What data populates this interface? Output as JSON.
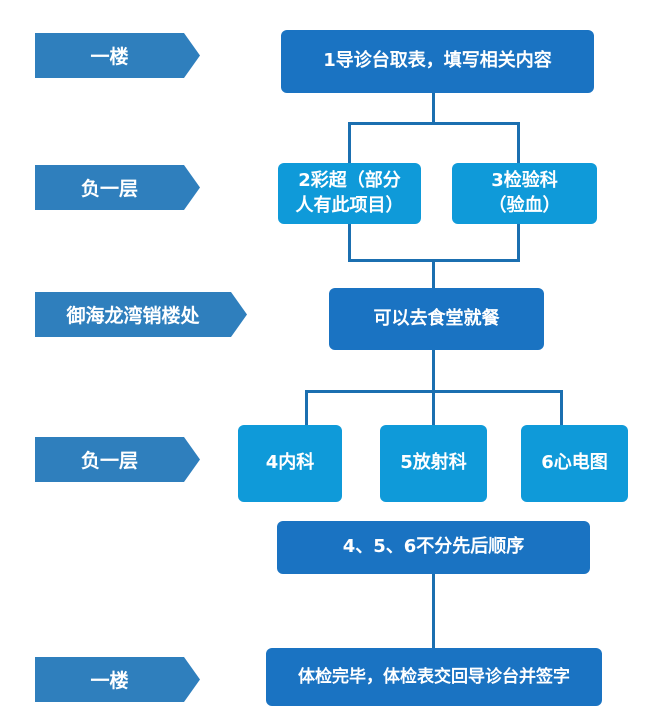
{
  "floors": {
    "f1": "一楼",
    "f2": "负一层",
    "f3": "御海龙湾销楼处",
    "f4": "负一层",
    "f5": "一楼"
  },
  "steps": {
    "s1": "1导诊台取表，填写相关内容",
    "s2a": "2彩超（部分",
    "s2b": "人有此项目）",
    "s3a": "3检验科",
    "s3b": "（验血）",
    "s4": "可以去食堂就餐",
    "s5": "4内科",
    "s6": "5放射科",
    "s7": "6心电图",
    "s8": "4、5、6不分先后顺序",
    "s9": "体检完毕，体检表交回导诊台并签字"
  },
  "colors": {
    "tag": "#2f7fbd",
    "dark_box": "#1a73c2",
    "light_box": "#0f9ad9",
    "connector": "#1b6fb0"
  }
}
